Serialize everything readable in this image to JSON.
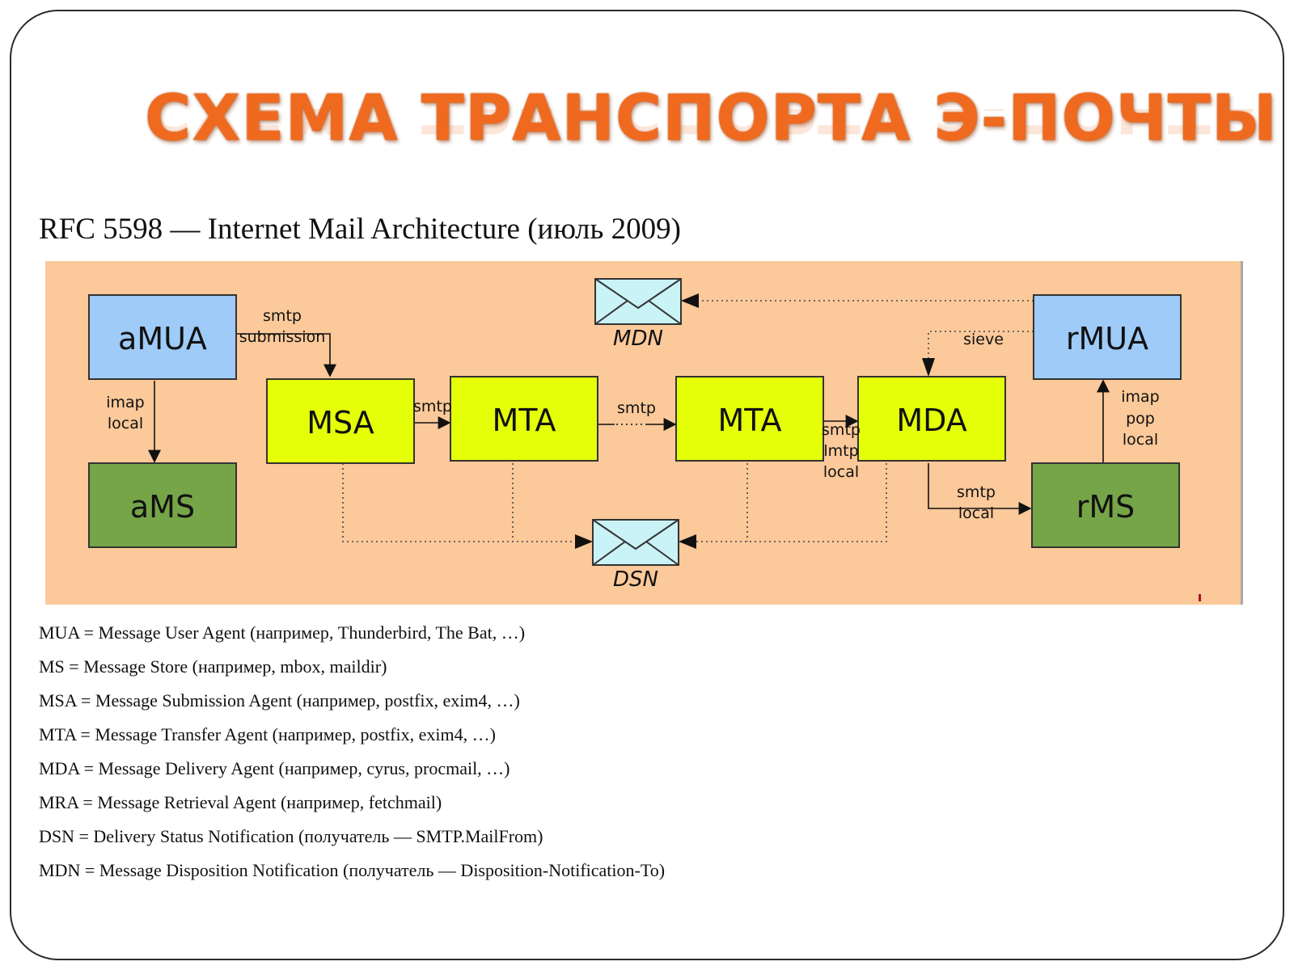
{
  "slide": {
    "title": "СХЕМА ТРАНСПОРТА Э-ПОЧТЫ",
    "subtitle": "RFC 5598 — Internet Mail Architecture (июль 2009)"
  },
  "diagram": {
    "nodes": {
      "amua": "aMUA",
      "ams": "aMS",
      "msa": "MSA",
      "mta1": "MTA",
      "mta2": "MTA",
      "mda": "MDA",
      "rmua": "rMUA",
      "rms": "rMS"
    },
    "notifications": {
      "mdn": "MDN",
      "dsn": "DSN"
    },
    "edge_labels": {
      "amua_msa_1": "smtp",
      "amua_msa_2": "submission",
      "amua_ams_1": "imap",
      "amua_ams_2": "local",
      "msa_mta": "smtp",
      "mta_mta": "smtp",
      "mta_mda_1": "smtp",
      "mta_mda_2": "lmtp",
      "mta_mda_3": "local",
      "mda_rms_1": "smtp",
      "mda_rms_2": "local",
      "rms_rmua_1": "imap",
      "rms_rmua_2": "pop",
      "rms_rmua_3": "local",
      "rmua_mda": "sieve"
    },
    "colors": {
      "background": "#fbc99a",
      "mua": "#9ecbf8",
      "ms": "#76a548",
      "agent": "#e4ff08",
      "envelope": "#c9f3f6"
    }
  },
  "legend": [
    "MUA = Message User Agent (например, Thunderbird, The Bat, …)",
    "MS = Message Store (например, mbox, maildir)",
    "MSA = Message Submission Agent (например, postfix, exim4, …)",
    "MTA = Message Transfer Agent (например, postfix, exim4, …)",
    "MDA = Message Delivery Agent (например, cyrus, procmail, …)",
    "MRA = Message Retrieval Agent (например, fetchmail)",
    "DSN = Delivery Status Notification (получатель — SMTP.MailFrom)",
    "MDN = Message Disposition Notification (получатель — Disposition-Notification-To)"
  ]
}
